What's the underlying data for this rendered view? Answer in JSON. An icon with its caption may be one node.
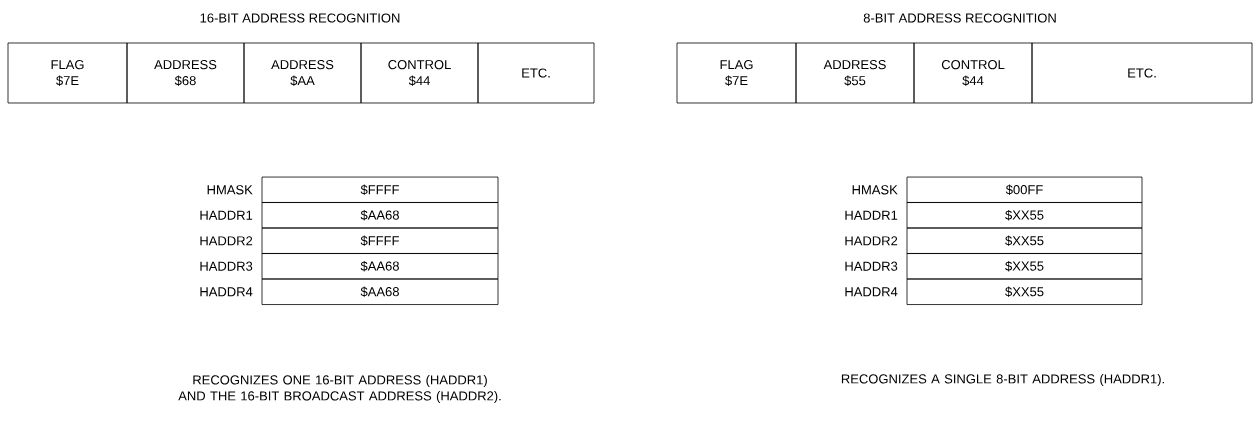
{
  "diagram": {
    "nodes": [
      {
        "text": [
          "FLAG",
          "$7E"
        ]
      },
      {
        "text": [
          "ADDRESS",
          "$68"
        ]
      },
      {
        "text": [
          "ADDRESS",
          "$AA"
        ]
      },
      {
        "text": [
          "CONTROL",
          "$44"
        ]
      },
      {
        "text": [
          "ETC."
        ]
      },
      {
        "text": [
          "FLAG",
          "$7E"
        ]
      },
      {
        "text": [
          "ADDRESS",
          "$55"
        ]
      },
      {
        "text": [
          "CONTROL",
          "$44"
        ]
      },
      {
        "text": [
          "ETC."
        ]
      },
      {
        "text": [
          "$FFFF"
        ],
        "beside": [
          "HMASK"
        ]
      },
      {
        "text": [
          "$AA68"
        ],
        "beside": [
          "HADDR1"
        ]
      },
      {
        "text": [
          "$FFFF"
        ],
        "beside": [
          "HADDR2"
        ]
      },
      {
        "text": [
          "$AA68"
        ],
        "beside": [
          "HADDR3"
        ]
      },
      {
        "text": [
          "$AA68"
        ],
        "beside": [
          "HADDR4"
        ]
      },
      {
        "text": [
          "$00FF"
        ],
        "beside": [
          "HMASK"
        ]
      },
      {
        "text": [
          "$XX55"
        ],
        "beside": [
          "HADDR1"
        ]
      },
      {
        "text": [
          "$XX55"
        ],
        "beside": [
          "HADDR2"
        ]
      },
      {
        "text": [
          "$XX55"
        ],
        "beside": [
          "HADDR3"
        ]
      },
      {
        "text": [
          "$XX55"
        ],
        "beside": [
          "HADDR4"
        ]
      }
    ],
    "labels": [
      "16-BIT ADDRESS RECOGNITION",
      "8-BIT ADDRESS RECOGNITION",
      "RECOGNIZES ONE 16-BIT ADDRESS (HADDR1) AND THE 16-BIT BROADCAST ADDRESS (HADDR2).",
      "RECOGNIZES A SINGLE 8-BIT ADDRESS (HADDR1)."
    ]
  }
}
